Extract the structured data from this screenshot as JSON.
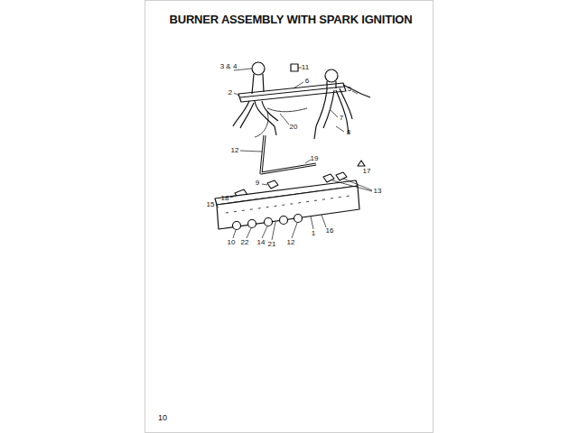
{
  "diagram": {
    "title": "BURNER ASSEMBLY WITH SPARK IGNITION",
    "labels": [
      "3 & 4",
      "11",
      "6",
      "2",
      "5",
      "20",
      "7",
      "8",
      "12",
      "18",
      "19",
      "17",
      "9",
      "13",
      "15",
      "16",
      "1",
      "10",
      "22",
      "14",
      "21",
      "12",
      "10"
    ]
  }
}
